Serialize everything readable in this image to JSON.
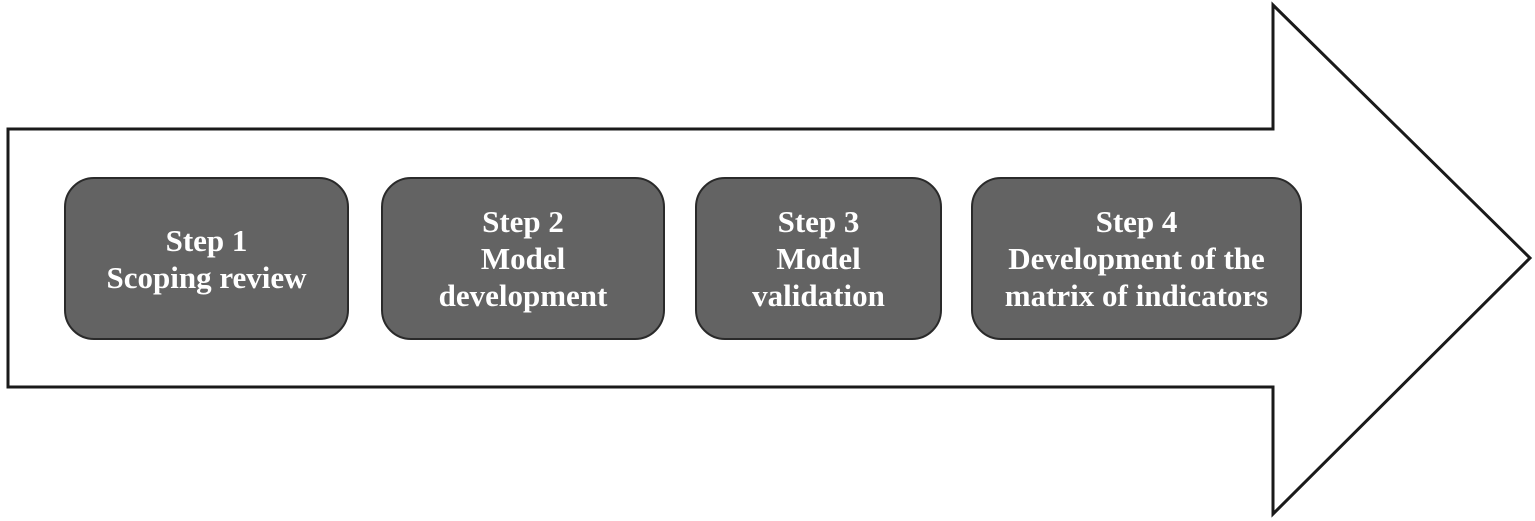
{
  "colors": {
    "box_fill": "#636363",
    "box_border": "#2a2a2a",
    "box_text": "#ffffff",
    "arrow_fill": "#ffffff",
    "arrow_stroke": "#1a1a1a"
  },
  "steps": [
    {
      "title": "Step 1",
      "text": "Scoping review"
    },
    {
      "title": "Step 2",
      "text": "Model development"
    },
    {
      "title": "Step 3",
      "text": "Model validation"
    },
    {
      "title": "Step 4",
      "text": "Development of the matrix of indicators"
    }
  ]
}
